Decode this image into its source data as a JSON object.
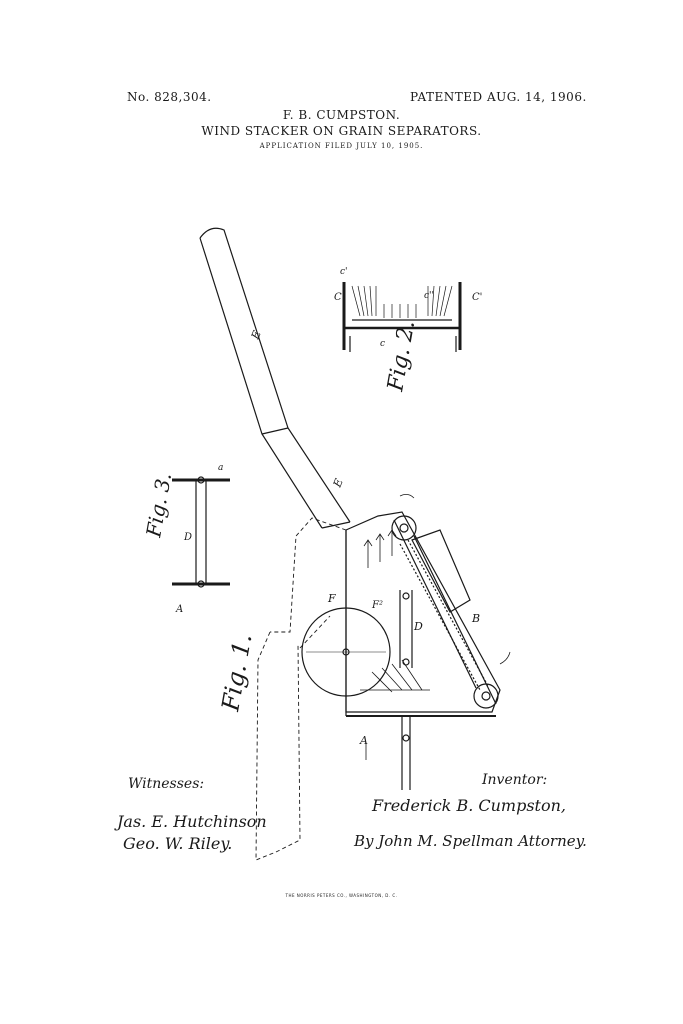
{
  "header": {
    "patent_number": "No. 828,304.",
    "patented_date": "PATENTED AUG. 14, 1906.",
    "inventor": "F. B. CUMPSTON.",
    "title": "WIND STACKER ON GRAIN SEPARATORS.",
    "application": "APPLICATION FILED JULY 10, 1905."
  },
  "figures": {
    "fig1": "Fig. 1.",
    "fig2": "Fig. 2.",
    "fig3": "Fig. 3."
  },
  "labels": {
    "E": "E",
    "E_lower": "E",
    "B": "B",
    "D": "D",
    "F": "F",
    "F2": "F²",
    "A": "A",
    "C": "C",
    "C_prime": "C'",
    "c": "c",
    "c_prime": "c'",
    "c_double": "c''",
    "a": "a",
    "fig3_A": "A",
    "fig3_D": "D"
  },
  "signatures": {
    "witnesses_label": "Witnesses:",
    "witness_1": "Jas. E. Hutchinson",
    "witness_2": "Geo. W. Riley.",
    "inventor_label": "Inventor:",
    "inventor_signature": "Frederick B. Cumpston,",
    "attorney_line": "By John M. Spellman Attorney."
  },
  "footer": {
    "printer": "THE NORRIS PETERS CO., WASHINGTON, D. C."
  }
}
